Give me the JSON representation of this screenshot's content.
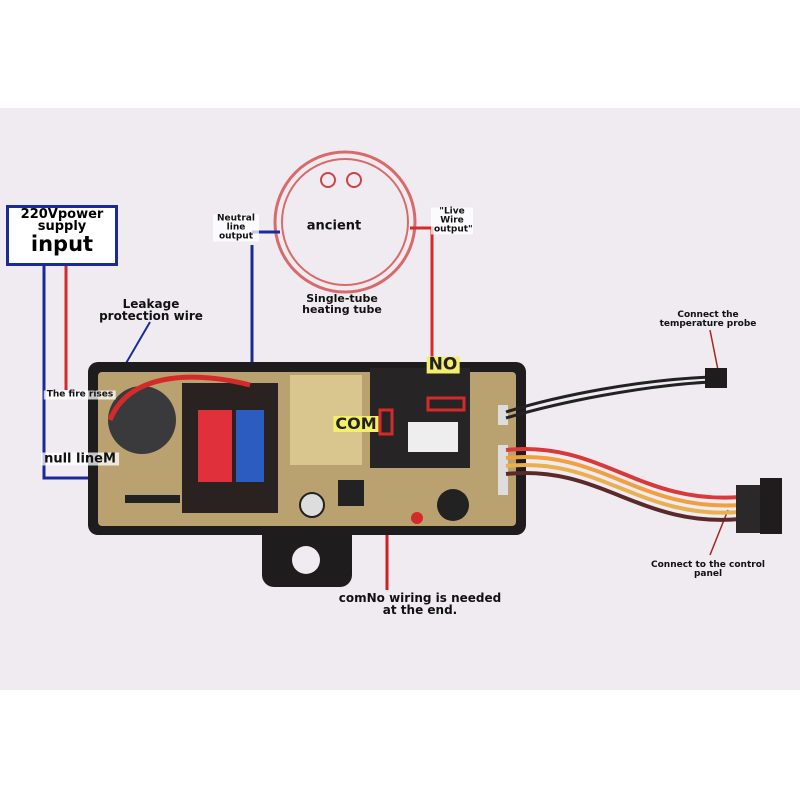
{
  "labels": {
    "power_supply": "220Vpower supply",
    "input": "input",
    "neutral_output": "Neutral line output",
    "ancient": "ancient",
    "live_output": "\"Live Wire output\"",
    "leakage": "Leakage protection wire",
    "heating_tube": "Single-tube heating tube",
    "temp_probe": "Connect the temperature probe",
    "no": "NO",
    "com": "COM",
    "fire_rises": "The fire rises",
    "null_line": "null lineM",
    "com_no_wiring": "comNo wiring is needed at the end.",
    "control_panel": "Connect to the control panel"
  },
  "colors": {
    "live": "#d42a2a",
    "neutral": "#1b2a9a",
    "board": "#1e1c1c",
    "pcb": "#c9b27a"
  }
}
